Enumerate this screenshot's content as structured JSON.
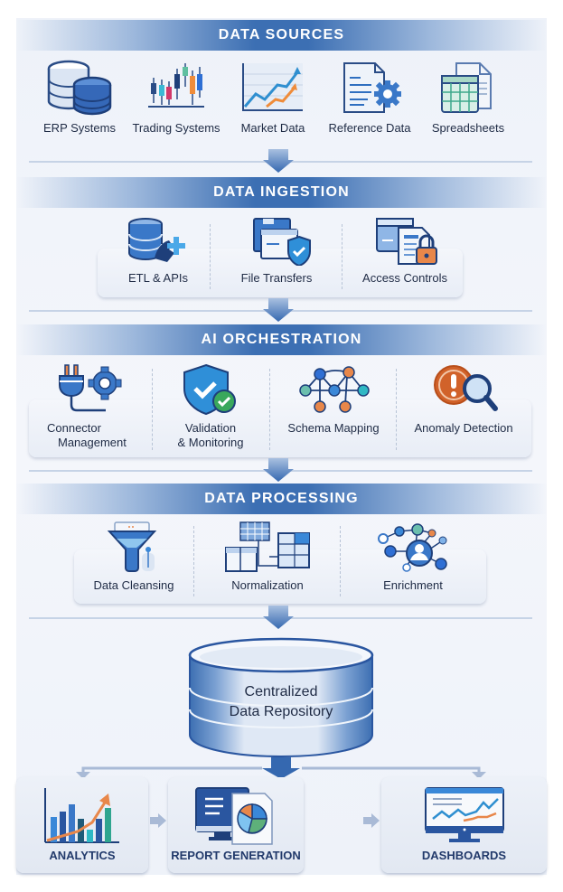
{
  "sections": {
    "sources": {
      "title": "DATA SOURCES",
      "items": [
        {
          "label": "ERP Systems",
          "icon": "database-icon"
        },
        {
          "label": "Trading Systems",
          "icon": "candlestick-chart-icon"
        },
        {
          "label": "Market Data",
          "icon": "line-chart-icon"
        },
        {
          "label": "Reference Data",
          "icon": "document-gear-icon"
        },
        {
          "label": "Spreadsheets",
          "icon": "spreadsheet-icon"
        }
      ]
    },
    "ingestion": {
      "title": "DATA INGESTION",
      "items": [
        {
          "label": "ETL & APIs",
          "icon": "database-plug-icon"
        },
        {
          "label": "File Transfers",
          "icon": "file-shield-icon"
        },
        {
          "label": "Access Controls",
          "icon": "document-lock-icon"
        }
      ]
    },
    "orchestration": {
      "title": "AI ORCHESTRATION",
      "items": [
        {
          "label_line1": "Connector",
          "label_line2": "Management",
          "icon": "plug-gear-icon"
        },
        {
          "label_line1": "Validation",
          "label_line2": "& Monitoring",
          "icon": "shield-check-icon"
        },
        {
          "label_line1": "Schema Mapping",
          "label_line2": "",
          "icon": "network-graph-icon"
        },
        {
          "label_line1": "Anomaly Detection",
          "label_line2": "",
          "icon": "alert-magnifier-icon"
        }
      ]
    },
    "processing": {
      "title": "DATA PROCESSING",
      "items": [
        {
          "label": "Data Cleansing",
          "icon": "funnel-icon"
        },
        {
          "label": "Normalization",
          "icon": "tables-icon"
        },
        {
          "label": "Enrichment",
          "icon": "user-network-icon"
        }
      ]
    },
    "repository": {
      "line1": "Centralized",
      "line2": "Data Repository",
      "icon": "cylinder-database-icon"
    },
    "outputs": [
      {
        "label": "ANALYTICS",
        "icon": "bar-chart-trend-icon"
      },
      {
        "label": "REPORT GENERATION",
        "icon": "monitor-report-icon"
      },
      {
        "label": "DASHBOARDS",
        "icon": "monitor-dashboard-icon"
      }
    ]
  },
  "colors": {
    "band": "#3c6fb3",
    "navy": "#223a6b",
    "accent_orange": "#e07b39",
    "accent_teal": "#2fa58f",
    "background": "#eef2f9"
  }
}
